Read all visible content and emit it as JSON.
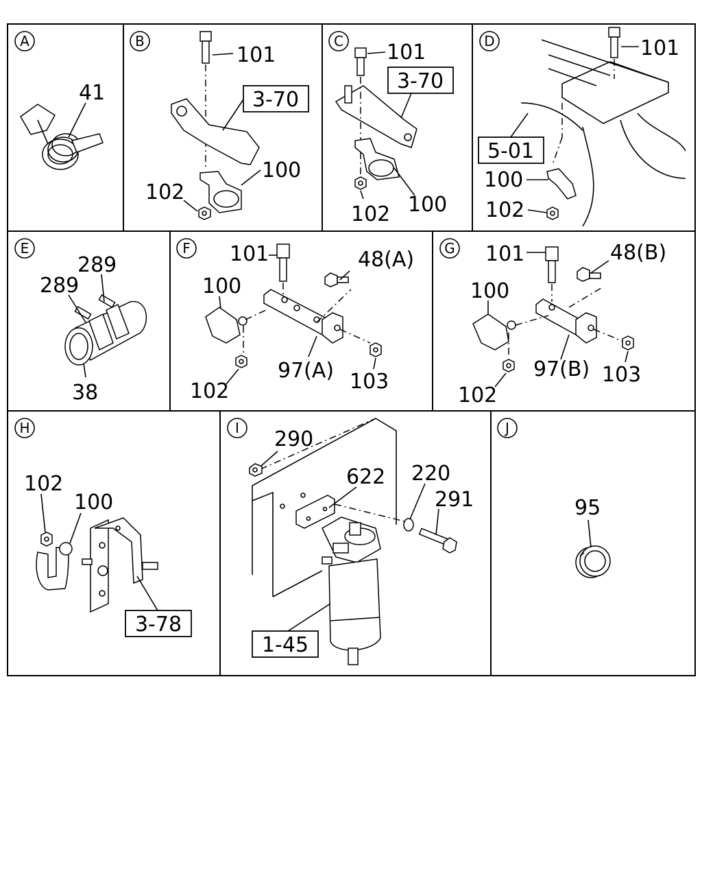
{
  "panels": {
    "A": {
      "letter": "A",
      "callouts": [
        "41"
      ]
    },
    "B": {
      "letter": "B",
      "callouts": [
        "101",
        "100",
        "102"
      ],
      "refs": [
        "3-70"
      ]
    },
    "C": {
      "letter": "C",
      "callouts": [
        "101",
        "100",
        "102"
      ],
      "refs": [
        "3-70"
      ]
    },
    "D": {
      "letter": "D",
      "callouts": [
        "101",
        "100",
        "102"
      ],
      "refs": [
        "5-01"
      ]
    },
    "E": {
      "letter": "E",
      "callouts": [
        "289",
        "289",
        "38"
      ]
    },
    "F": {
      "letter": "F",
      "callouts": [
        "101",
        "48(A)",
        "100",
        "97(A)",
        "102",
        "103"
      ]
    },
    "G": {
      "letter": "G",
      "callouts": [
        "101",
        "48(B)",
        "100",
        "97(B)",
        "102",
        "103"
      ]
    },
    "H": {
      "letter": "H",
      "callouts": [
        "102",
        "100"
      ],
      "refs": [
        "3-78"
      ]
    },
    "I": {
      "letter": "I",
      "callouts": [
        "290",
        "622",
        "220",
        "291"
      ],
      "refs": [
        "1-45"
      ]
    },
    "J": {
      "letter": "J",
      "callouts": [
        "95"
      ]
    }
  }
}
